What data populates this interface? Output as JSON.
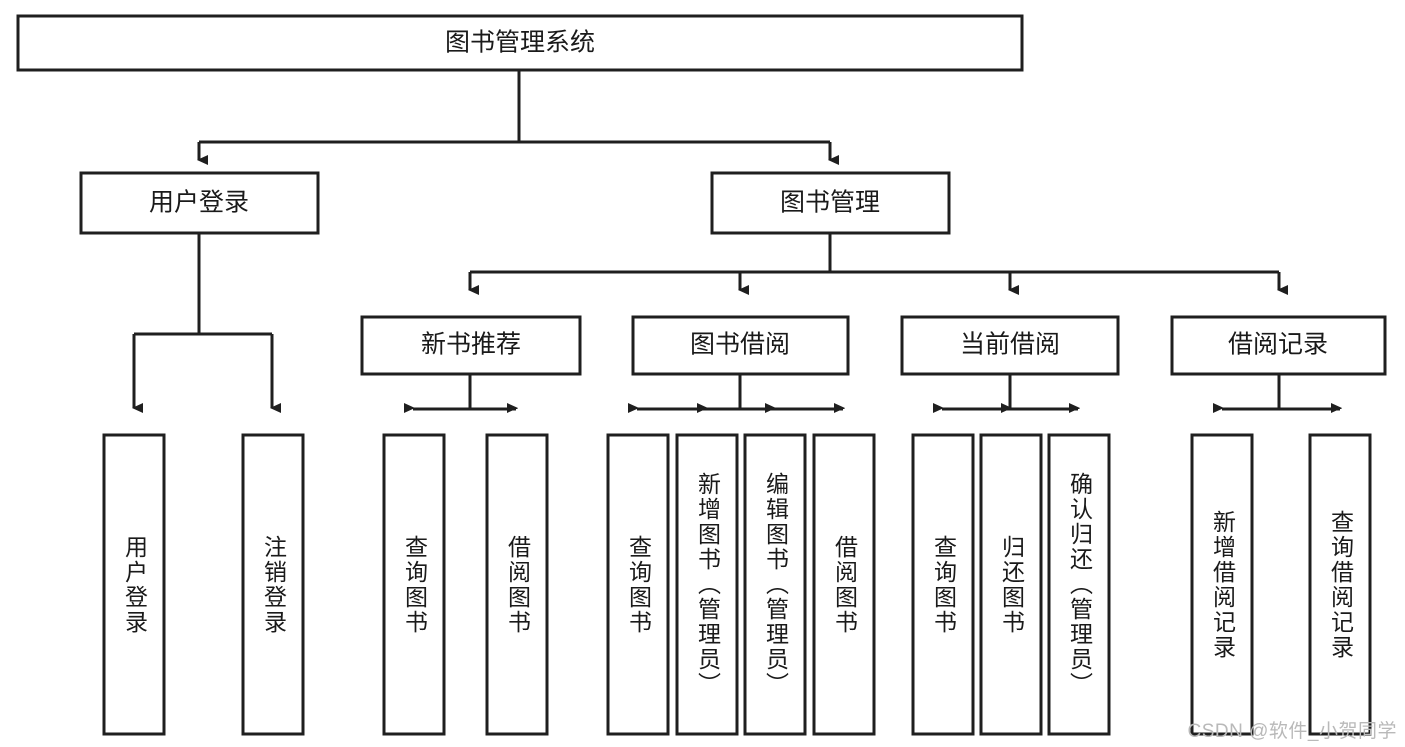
{
  "diagram": {
    "title": "图书管理系统",
    "type": "tree-hierarchy-chart",
    "root": {
      "label": "图书管理系统"
    },
    "level1": [
      {
        "label": "用户登录"
      },
      {
        "label": "图书管理"
      }
    ],
    "level2": [
      {
        "label": "新书推荐"
      },
      {
        "label": "图书借阅"
      },
      {
        "label": "当前借阅"
      },
      {
        "label": "借阅记录"
      }
    ],
    "leaves": {
      "user_login": [
        {
          "label": "用户登录"
        },
        {
          "label": "注销登录"
        }
      ],
      "new_book_recommend": [
        {
          "label": "查询图书"
        },
        {
          "label": "借阅图书"
        }
      ],
      "book_borrow": [
        {
          "label": "查询图书"
        },
        {
          "label": "新增图书（管理员）"
        },
        {
          "label": "编辑图书（管理员）"
        },
        {
          "label": "借阅图书"
        }
      ],
      "current_borrow": [
        {
          "label": "查询图书"
        },
        {
          "label": "归还图书"
        },
        {
          "label": "确认归还（管理员）"
        }
      ],
      "borrow_record": [
        {
          "label": "新增借阅记录"
        },
        {
          "label": "查询借阅记录"
        }
      ]
    }
  },
  "watermark": {
    "text": "CSDN @软件_小贺同学"
  },
  "colors": {
    "stroke": "#1f1f1f",
    "fill": "#ffffff",
    "text": "#1a1a1a",
    "watermark": "#b9b9b9"
  }
}
